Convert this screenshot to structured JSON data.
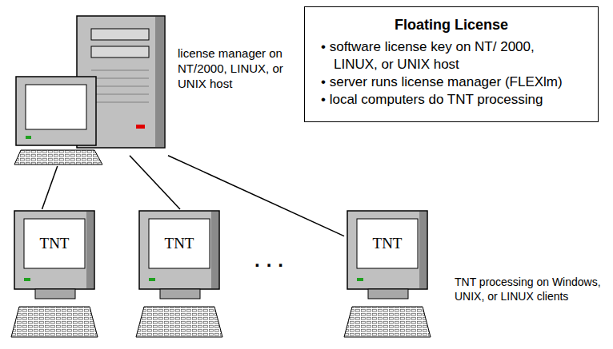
{
  "diagram": {
    "nodes": [
      {
        "text": [
          "license manager on NT/2000, LINUX, or UNIX host"
        ]
      },
      {
        "text": [
          "Floating License",
          "• software license key on NT/ 2000, LINUX, or UNIX host",
          "• server runs license manager (FLEXlm)",
          "• local computers do TNT processing"
        ]
      },
      {
        "text": [
          "TNT"
        ]
      },
      {
        "text": [
          "TNT"
        ]
      },
      {
        "text": [
          "TNT"
        ]
      }
    ],
    "edges": [
      {
        "from": 0,
        "to": 2,
        "arrow": "none"
      },
      {
        "from": 0,
        "to": 3,
        "arrow": "none"
      },
      {
        "from": 0,
        "to": 4,
        "arrow": "none"
      }
    ],
    "labels": [
      "· · ·",
      "TNT processing on Windows, UNIX, or LINUX clients"
    ]
  }
}
